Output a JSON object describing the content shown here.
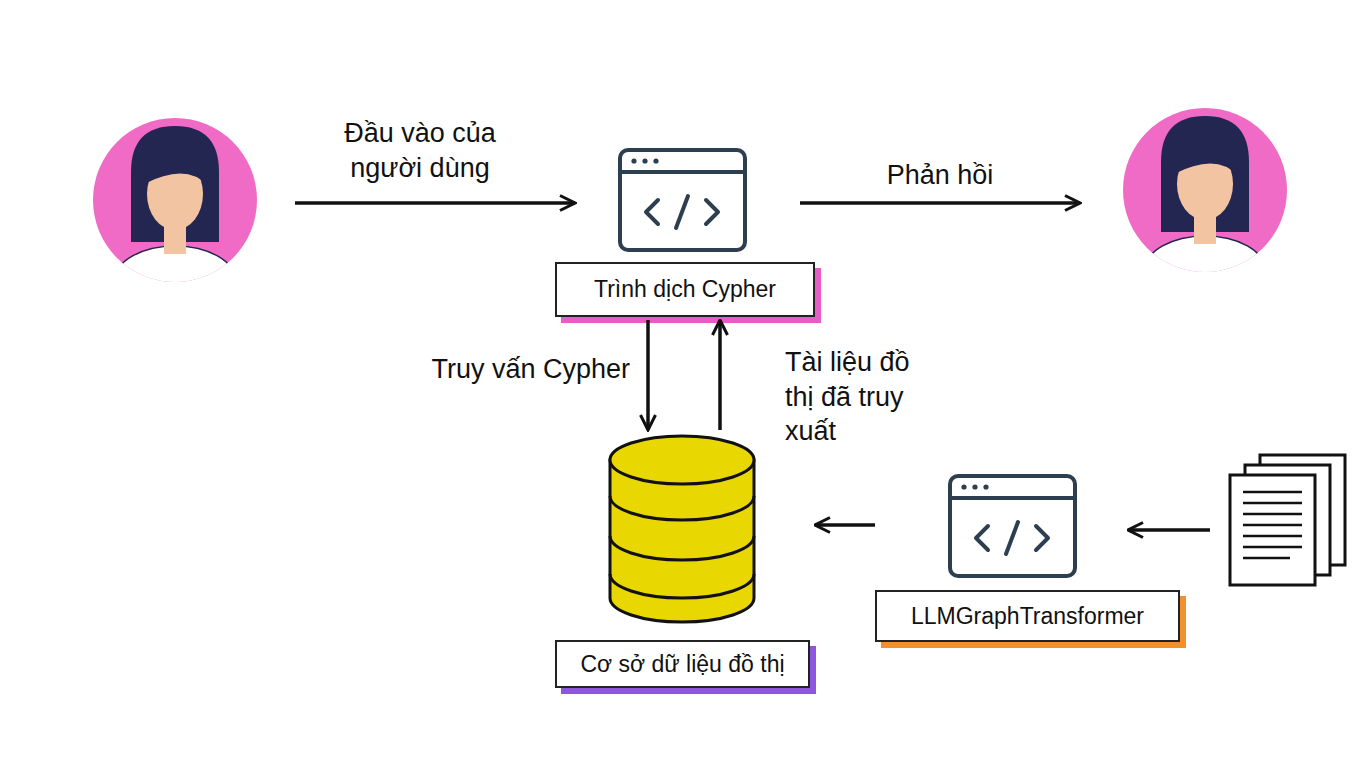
{
  "diagram": {
    "nodes": [
      {
        "text": [
          "Trình dịch Cypher"
        ]
      },
      {
        "text": [
          "Cơ sở dữ liệu đồ thị"
        ]
      },
      {
        "text": [
          "LLMGraphTransformer"
        ]
      }
    ],
    "edges": [
      {
        "from": 0,
        "to": 1,
        "label": "Truy vấn Cypher",
        "arrow": "to"
      },
      {
        "from": 1,
        "to": 0,
        "label": "Tài liệu đồ thị đã truy xuất",
        "arrow": "to"
      },
      {
        "from": 2,
        "to": 1,
        "arrow": "to"
      }
    ],
    "labels": [
      "Đầu vào của người dùng",
      "Phản hồi"
    ]
  }
}
